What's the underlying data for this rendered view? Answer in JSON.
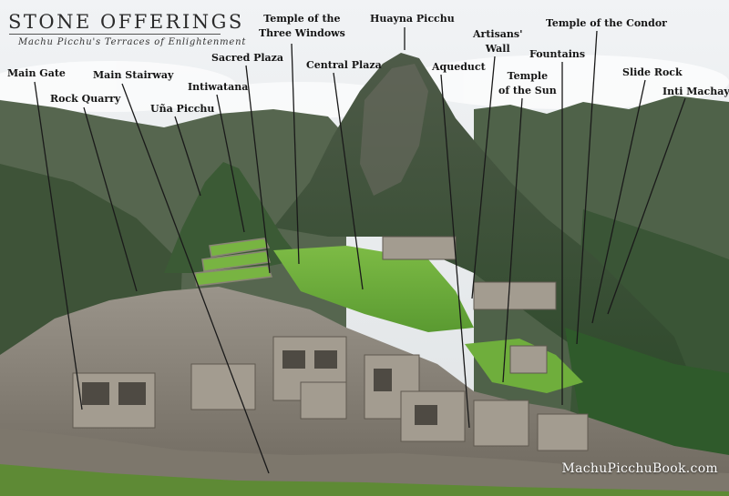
{
  "header": {
    "title": "STONE OFFERINGS",
    "subtitle": "Machu Picchu's Terraces of Enlightenment"
  },
  "labels": {
    "main_gate": "Main Gate",
    "rock_quarry": "Rock Quarry",
    "main_stairway": "Main Stairway",
    "una_picchu": "Uña Picchu",
    "intiwatana": "Intiwatana",
    "sacred_plaza": "Sacred Plaza",
    "temple_three_windows_1": "Temple of the",
    "temple_three_windows_2": "Three Windows",
    "central_plaza": "Central Plaza",
    "huayna_picchu": "Huayna Picchu",
    "aqueduct": "Aqueduct",
    "artisans_wall_1": "Artisans'",
    "artisans_wall_2": "Wall",
    "temple_sun_1": "Temple",
    "temple_sun_2": "of the Sun",
    "fountains": "Fountains",
    "temple_condor": "Temple of the Condor",
    "slide_rock": "Slide Rock",
    "inti_machay": "Inti Machay"
  },
  "credit": "MachuPicchuBook.com",
  "colors": {
    "sky": "#e9ecef",
    "mountain": "#3f5a3c",
    "grass": "#6fae3c",
    "stone": "#8b857a",
    "leader_line": "#1a1a1a"
  }
}
